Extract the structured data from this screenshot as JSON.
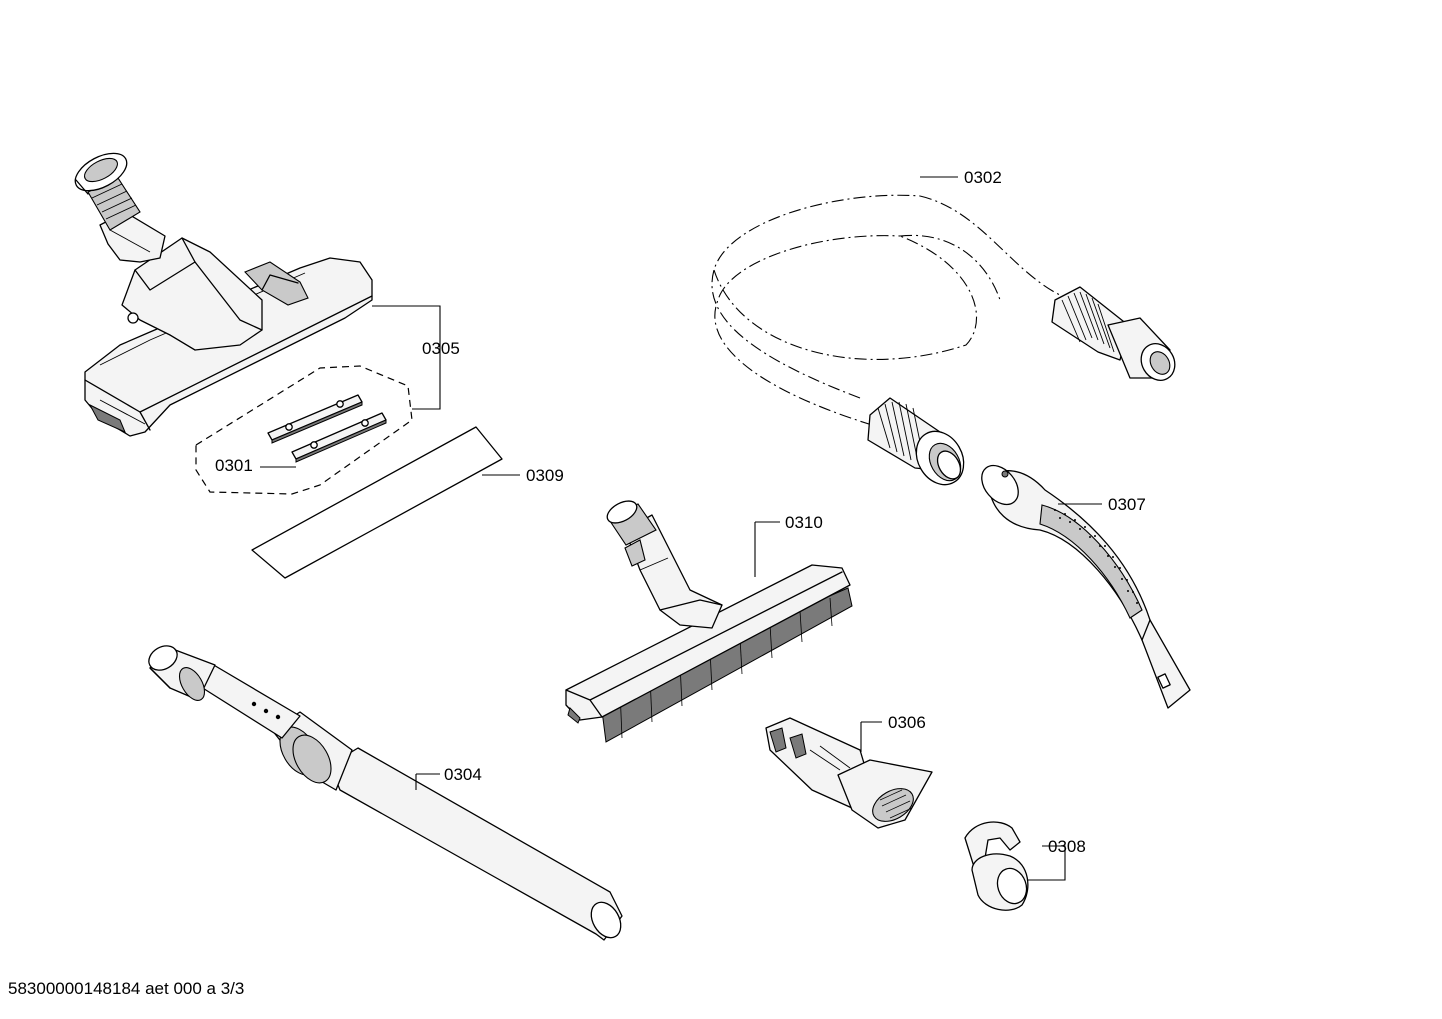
{
  "drawing": {
    "parts": [
      {
        "key": "brush_nozzle",
        "ref": "0305"
      },
      {
        "key": "brush_strips",
        "ref": "0301"
      },
      {
        "key": "felt_strip",
        "ref": "0309"
      },
      {
        "key": "hose",
        "ref": "0302"
      },
      {
        "key": "handle",
        "ref": "0307"
      },
      {
        "key": "parquet_nozzle",
        "ref": "0310"
      },
      {
        "key": "crevice_tool",
        "ref": "0306"
      },
      {
        "key": "telescopic_tube",
        "ref": "0304"
      },
      {
        "key": "holder_clip",
        "ref": "0308"
      }
    ],
    "footer_code": "58300000148184 aet 000 a 3/3"
  }
}
